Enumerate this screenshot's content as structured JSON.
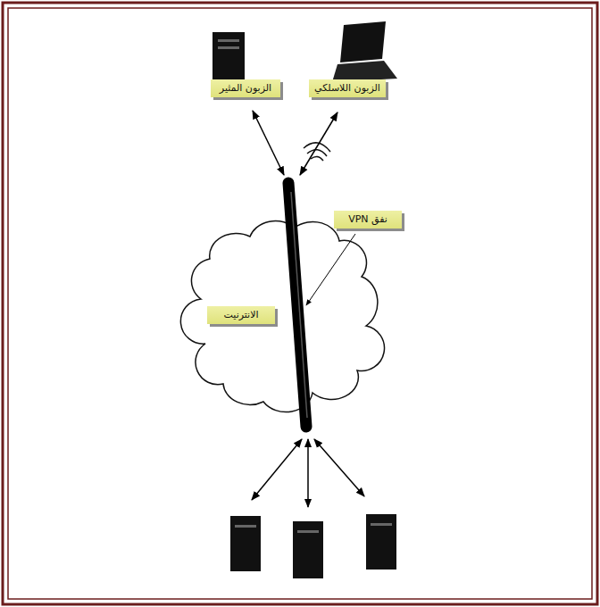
{
  "diagram": {
    "nodes": [
      {
        "text": [
          "الزبون اللاسلكي"
        ]
      },
      {
        "text": [
          "الزبون المثير"
        ]
      },
      {
        "text": [
          "نفق VPN"
        ]
      },
      {
        "text": [
          "الانترنيت"
        ]
      }
    ]
  }
}
